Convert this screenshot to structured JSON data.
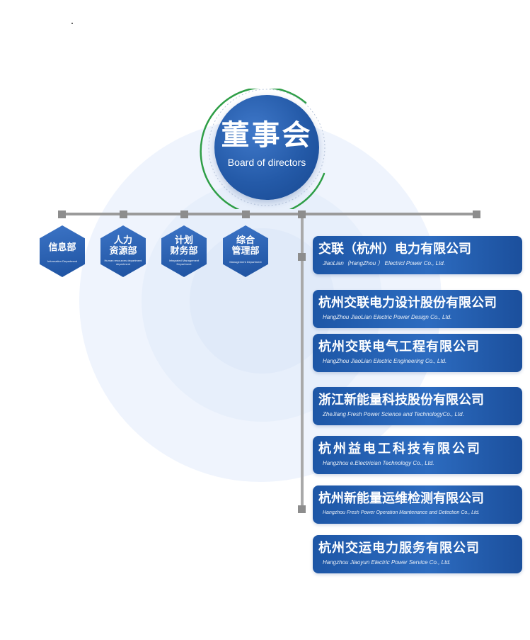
{
  "board": {
    "title": "董事会",
    "subtitle": "Board of directors"
  },
  "departments": [
    {
      "name": "信息部",
      "en": "Information Department"
    },
    {
      "name": "人力\n资源部",
      "en": "Human resources department department"
    },
    {
      "name": "计划\n财务部",
      "en": "Integrated Management Department"
    },
    {
      "name": "综合\n管理部",
      "en": "Management Department"
    }
  ],
  "companies": [
    {
      "name": "交联（杭州）电力有限公司",
      "en": "JiaoLian（HangZhou ） Electricl Power Co., Ltd."
    },
    {
      "name": "杭州交联电力设计股份有限公司",
      "en": "HangZhou JiaoLian Electric Power Design Co., Ltd."
    },
    {
      "name": "杭州交联电气工程有限公司",
      "en": "HangZhou JiaoLian Electric Engineering Co., Ltd."
    },
    {
      "name": "浙江新能量科技股份有限公司",
      "en": "ZheJiang Fresh Power Science and TechnologyCo., Ltd."
    },
    {
      "name": "杭州益电工科技有限公司",
      "en": "Hangzhou e.Electrician Technology Co., Ltd."
    },
    {
      "name": "杭州新能量运维检测有限公司",
      "en": "Hangzhou Fresh Power Operation Maintenance and Detection Co., Ltd."
    },
    {
      "name": "杭州交运电力服务有限公司",
      "en": "Hangzhou Jiaoyun Electric Power Service Co., Ltd."
    }
  ],
  "colors": {
    "primary": "#245aa8",
    "accent_arc": "#2e9e46",
    "connector": "#9a9a9a"
  }
}
